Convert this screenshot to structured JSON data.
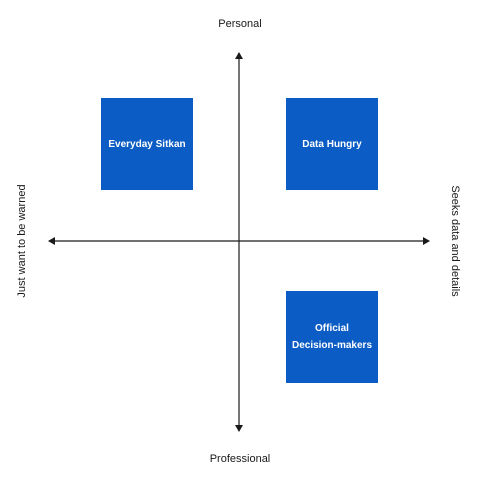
{
  "axes": {
    "top_label": "Personal",
    "bottom_label": "Professional",
    "left_label": "Just want to be warned",
    "right_label": "Seeks data and details"
  },
  "quadrant_boxes": [
    {
      "text": "Everyday Sitkan"
    },
    {
      "text": "Data Hungry"
    },
    {
      "text_line1": "Official",
      "text_line2": "Decision-makers"
    }
  ],
  "colors": {
    "box_fill": "#0b5cc4",
    "axis": "#1a1a1a",
    "background": "#ffffff"
  }
}
